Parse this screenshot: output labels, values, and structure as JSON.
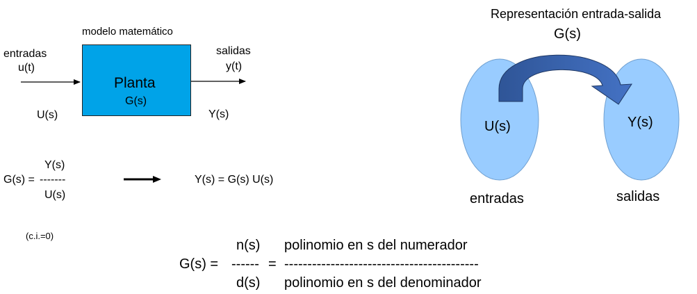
{
  "block_diagram": {
    "model_label": "modelo matemático",
    "input_label": "entradas",
    "input_signal": "u(t)",
    "input_transform": "U(s)",
    "plant_name": "Planta",
    "plant_tf": "G(s)",
    "output_label": "salidas",
    "output_signal": "y(t)",
    "output_transform": "Y(s)",
    "plant_color": "#00A3E8"
  },
  "transfer_function": {
    "lhs": "G(s) =",
    "numerator": "Y(s)",
    "fraction_bar": "-------",
    "denominator": "U(s)",
    "result": "Y(s) = G(s) U(s)",
    "condition": "(c.i.=0)"
  },
  "io_representation": {
    "title": "Representación entrada-salida",
    "mapping": "G(s)",
    "input_set": "U(s)",
    "output_set": "Y(s)",
    "input_caption": "entradas",
    "output_caption": "salidas",
    "ellipse_color": "#99CCFF",
    "arrow_color": "#3366AA"
  },
  "polynomial_form": {
    "lhs": "G(s) =",
    "numerator": "n(s)",
    "dashes_short": "------",
    "equals": "=",
    "denominator": "d(s)",
    "numerator_desc": "polinomio en s del numerador",
    "dashes_long": "------------------------------------------",
    "denominator_desc": "polinomio en s del denominador"
  }
}
